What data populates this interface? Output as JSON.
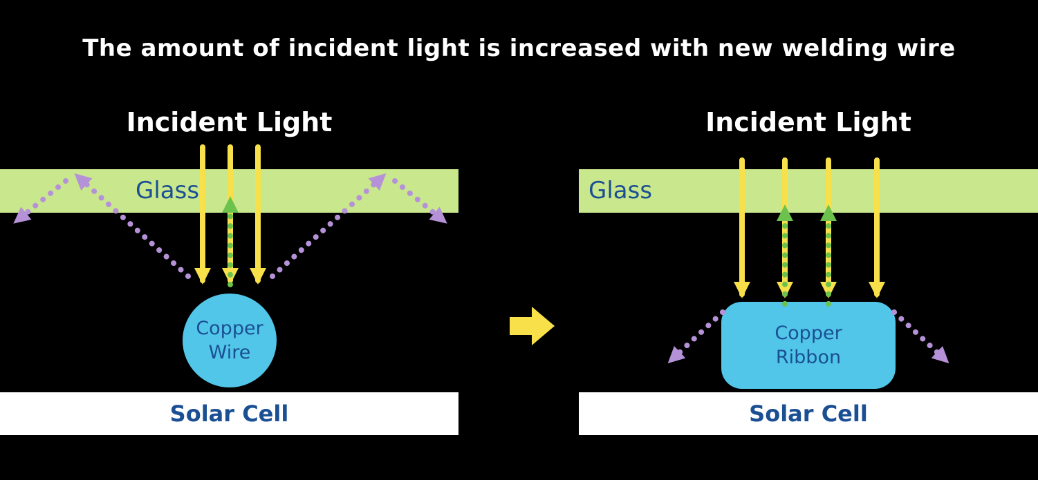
{
  "title": "The amount of incident light is increased with new welding wire",
  "colors": {
    "background": "#000000",
    "title_text": "#ffffff",
    "glass_band": "#c9e78c",
    "navy_text": "#1b4f93",
    "incident_yellow": "#f8e04b",
    "reflected_purple": "#b592d8",
    "returned_green": "#6cc24d",
    "copper_cyan": "#51c6e8",
    "solar_cell_white": "#ffffff"
  },
  "left_panel": {
    "heading": "Incident Light",
    "glass_label": "Glass",
    "component": {
      "line1": "Copper",
      "line2": "Wire"
    },
    "solar_cell_label": "Solar Cell"
  },
  "right_panel": {
    "heading": "Incident Light",
    "glass_label": "Glass",
    "component": {
      "line1": "Copper",
      "line2": "Ribbon"
    },
    "solar_cell_label": "Solar Cell"
  },
  "icons": {
    "incident_light_arrow": "solid yellow down-arrow",
    "returned_light_arrow": "green dotted up-arrow",
    "reflected_light_arrow": "purple dotted angled arrow",
    "transition_arrow": "yellow right block arrow"
  }
}
